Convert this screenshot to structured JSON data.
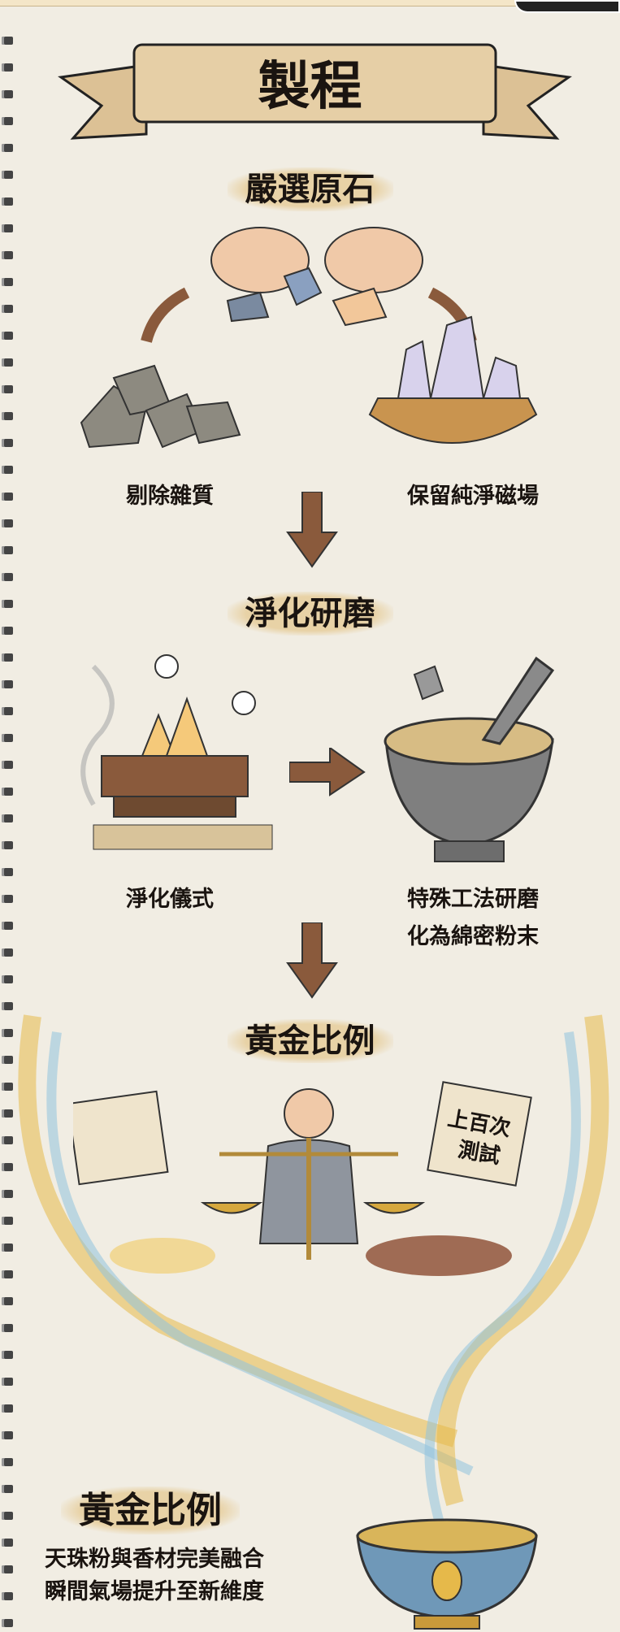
{
  "title": "製程",
  "steps": [
    {
      "heading": "嚴選原石",
      "left_caption": "剔除雜質",
      "right_caption": "保留純淨磁場"
    },
    {
      "heading": "淨化研磨",
      "left_caption": "淨化儀式",
      "right_caption_lines": [
        "特殊工法研磨",
        "化為綿密粉末"
      ]
    },
    {
      "heading": "黃金比例",
      "scroll_text_lines": [
        "上百次",
        "測試"
      ]
    }
  ],
  "final": {
    "heading": "黃金比例",
    "lines": [
      "天珠粉與香材完美融合",
      "瞬間氣場提升至新維度"
    ]
  },
  "colors": {
    "paper": "#f1ede3",
    "banner": "#e2c9a0",
    "arrow": "#8a5a3c",
    "gold": "#e6b94a",
    "blue": "#8fc3de"
  }
}
